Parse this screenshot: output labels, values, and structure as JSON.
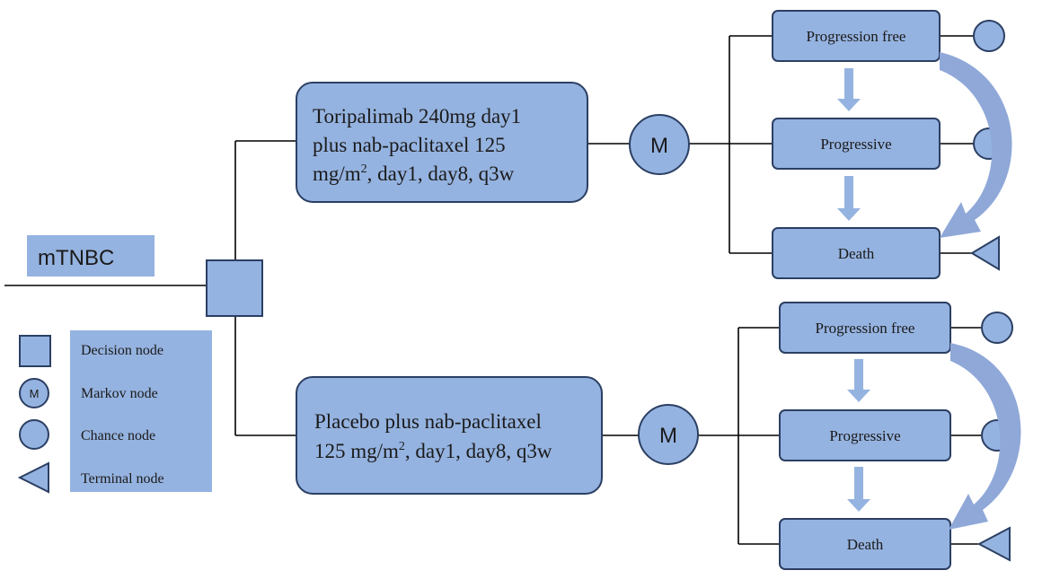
{
  "root": {
    "label": "mTNBC"
  },
  "arms": [
    {
      "line1": "Toripalimab  240mg  day1",
      "line2": "plus nab-paclitaxel 125",
      "line3_a": "mg/m",
      "line3_sup": "2",
      "line3_b": ", day1, day8, q3w",
      "markov_label": "M",
      "states": [
        "Progression free",
        "Progressive",
        "Death"
      ]
    },
    {
      "line1": "Placebo  plus nab-paclitaxel",
      "line2_a": "125 mg/m",
      "line2_sup": "2",
      "line2_b": ", day1, day8, q3w",
      "markov_label": "M",
      "states": [
        "Progression  free",
        "Progressive",
        "Death"
      ]
    }
  ],
  "legend": {
    "markov_symbol_label": "M",
    "items": [
      "Decision node",
      "Markov node",
      "Chance node",
      "Terminal node"
    ]
  },
  "colors": {
    "node_fill": "#95b3e0",
    "node_edge": "#2b3f63",
    "line": "#000000"
  }
}
